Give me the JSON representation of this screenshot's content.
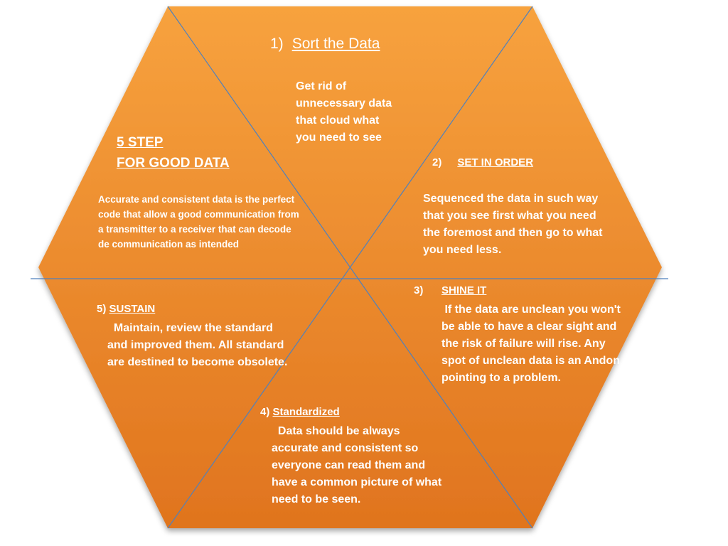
{
  "colors": {
    "hexagon_fill_light": "#F7A23E",
    "hexagon_fill_dark": "#E0741E",
    "divider_line": "#4F81BD",
    "text": "#FFFFFF"
  },
  "title": {
    "line1": "5 STEP",
    "line2": "FOR GOOD DATA"
  },
  "intro": "Accurate and consistent data is the perfect code  that allow a good communication from a  transmitter to a receiver that can decode de communication as intended",
  "steps": [
    {
      "number": "1)",
      "label": "Sort the Data",
      "text": "Get rid of unnecessary data that cloud what you need to see"
    },
    {
      "number": "2)",
      "label": "SET IN ORDER",
      "text": "Sequenced the data in such way that you see first what you need the foremost and then go to what you need less."
    },
    {
      "number": "3)",
      "label": "SHINE IT",
      "text": "If the data are unclean you won't be able to have a clear sight and the risk of failure will rise. Any spot of unclean data is  an Andon pointing to a problem."
    },
    {
      "number": "4)",
      "label": "Standardized",
      "text": "Data should be always accurate and consistent so everyone can read them and have a common picture of what need to be seen."
    },
    {
      "number": "5)",
      "label": "SUSTAIN",
      "text": "Maintain, review the standard and improved them. All standard are destined to become obsolete."
    }
  ]
}
